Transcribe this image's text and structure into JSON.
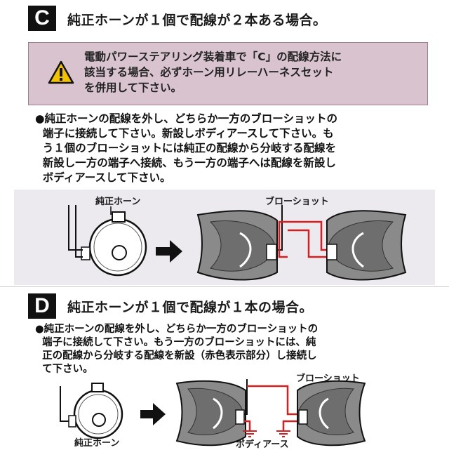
{
  "section_c": {
    "badge": "C",
    "heading": "純正ホーンが１個で配線が２本ある場合。",
    "warning": "電動パワーステアリング装着車で「C」の配線方法に\n該当する場合、必ずホーン用リレーハーネスセット\nを併用して下さい。",
    "instructions": "●純正ホーンの配線を外し、どちらか一方のブローショットの\n  端子に接続して下さい。新設しボディアースして下さい。も\n  う１個のブローショットには純正の配線から分岐する配線を\n  新設し一方の端子へ接続、もう一方の端子へは配線を新設し\n  ボディアースして下さい。",
    "label_stock_horn": "純正ホーン",
    "label_blowshot": "ブローショット",
    "arrow": "➜"
  },
  "section_d": {
    "badge": "D",
    "heading": "純正ホーンが１個で配線が１本の場合。",
    "instructions": "●純正ホーンの配線を外し、どちらか一方のブローショットの\n  端子に接続して下さい。もう一方のブローショットには、純\n  正の配線から分岐する配線を新設（赤色表示部分）し接続し\n  て下さい。",
    "label_stock_horn": "純正ホーン",
    "label_blowshot": "ブローショット",
    "label_body_earth": "ボディアース",
    "arrow": "➜"
  },
  "colors": {
    "badge_bg": "#111111",
    "warning_bg": "#d9c3cf",
    "wire_red": "#d42020",
    "horn_gray": "#7a7a7a"
  }
}
